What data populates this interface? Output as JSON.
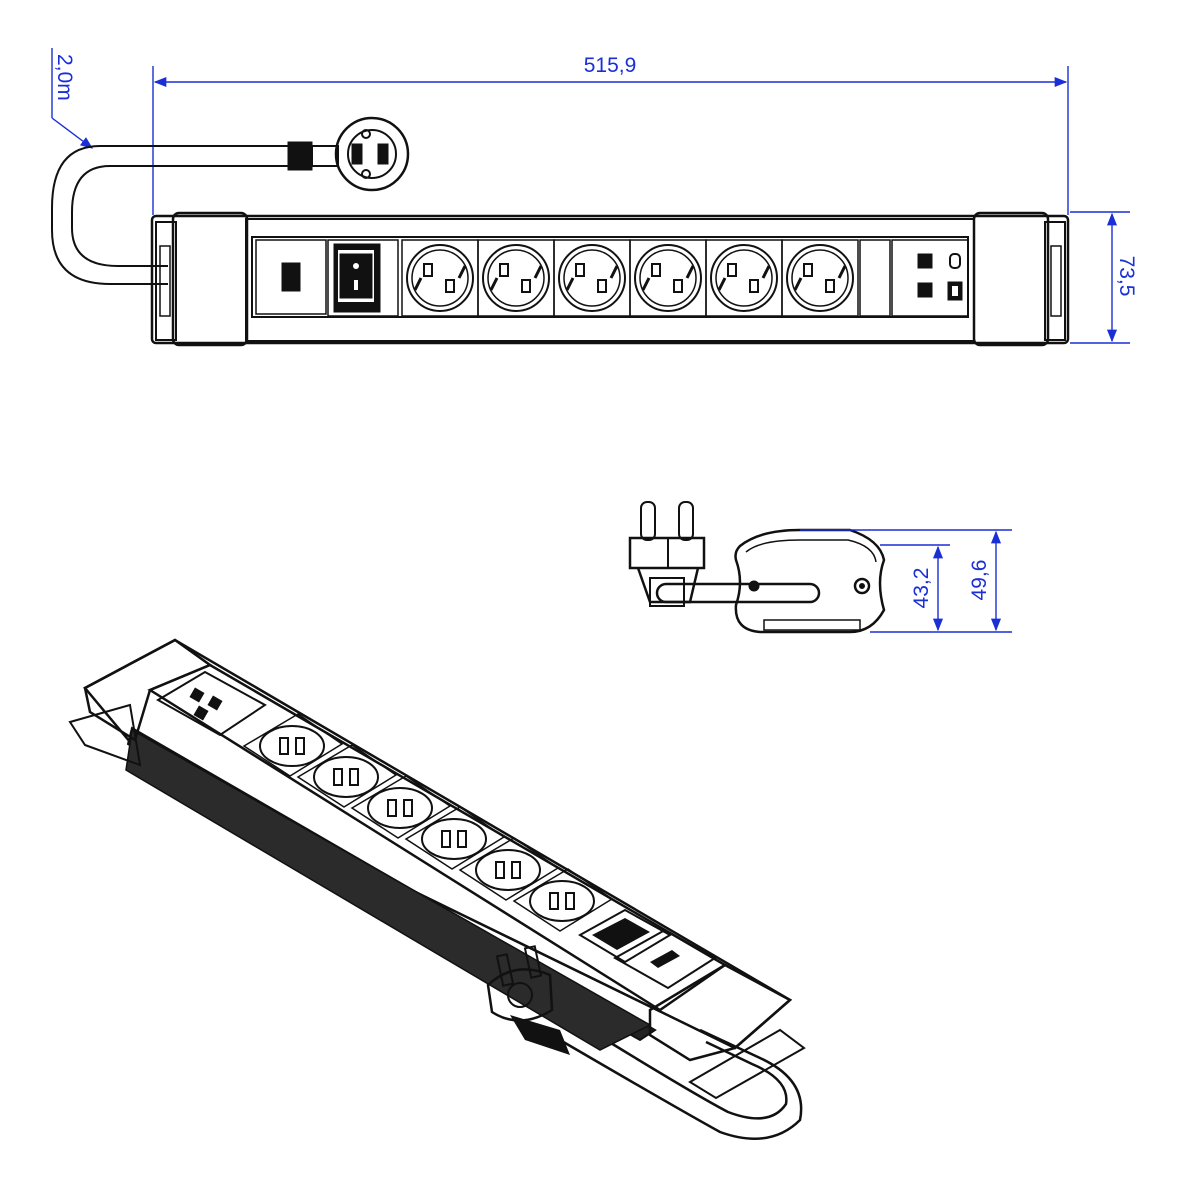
{
  "dimensions": {
    "length": "515,9",
    "cable_length": "2,0m",
    "height_front": "73,5",
    "depth_inner": "43,2",
    "depth_outer": "49,6"
  },
  "power_strip": {
    "socket_count": 6,
    "usb_ports": [
      "usb-c",
      "usb-a"
    ],
    "has_switch": true
  },
  "colors": {
    "dimension": "#1a2fd6",
    "line": "#111111"
  }
}
